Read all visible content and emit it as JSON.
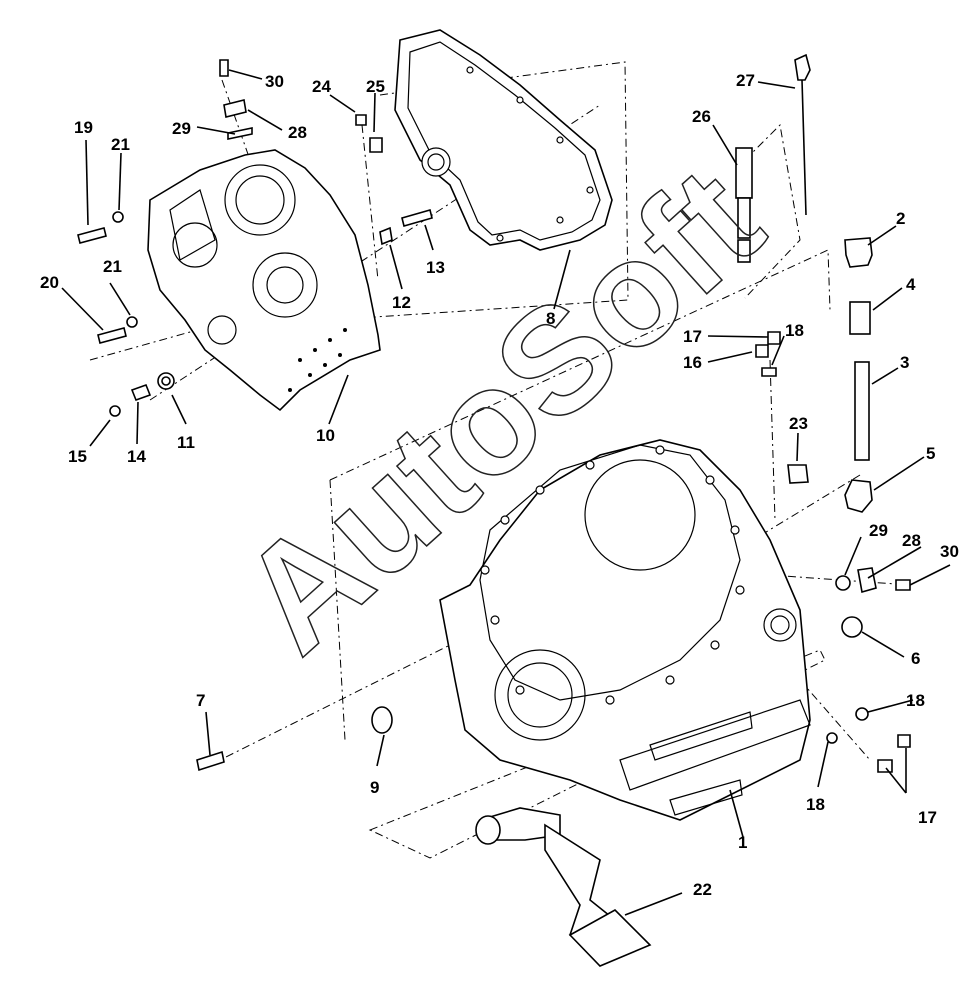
{
  "watermark": "AutoSoft",
  "callouts": [
    {
      "id": "c1",
      "text": "1"
    },
    {
      "id": "c2",
      "text": "2"
    },
    {
      "id": "c3",
      "text": "3"
    },
    {
      "id": "c4",
      "text": "4"
    },
    {
      "id": "c5",
      "text": "5"
    },
    {
      "id": "c6",
      "text": "6"
    },
    {
      "id": "c7",
      "text": "7"
    },
    {
      "id": "c8",
      "text": "8"
    },
    {
      "id": "c9",
      "text": "9"
    },
    {
      "id": "c10",
      "text": "10"
    },
    {
      "id": "c11",
      "text": "11"
    },
    {
      "id": "c12",
      "text": "12"
    },
    {
      "id": "c13",
      "text": "13"
    },
    {
      "id": "c14",
      "text": "14"
    },
    {
      "id": "c15",
      "text": "15"
    },
    {
      "id": "c16",
      "text": "16"
    },
    {
      "id": "c17a",
      "text": "17"
    },
    {
      "id": "c17b",
      "text": "17"
    },
    {
      "id": "c18a",
      "text": "18"
    },
    {
      "id": "c18b",
      "text": "18"
    },
    {
      "id": "c18c",
      "text": "18"
    },
    {
      "id": "c19",
      "text": "19"
    },
    {
      "id": "c20",
      "text": "20"
    },
    {
      "id": "c21a",
      "text": "21"
    },
    {
      "id": "c21b",
      "text": "21"
    },
    {
      "id": "c22",
      "text": "22"
    },
    {
      "id": "c23",
      "text": "23"
    },
    {
      "id": "c24",
      "text": "24"
    },
    {
      "id": "c25",
      "text": "25"
    },
    {
      "id": "c26",
      "text": "26"
    },
    {
      "id": "c27",
      "text": "27"
    },
    {
      "id": "c28a",
      "text": "28"
    },
    {
      "id": "c28b",
      "text": "28"
    },
    {
      "id": "c29a",
      "text": "29"
    },
    {
      "id": "c29b",
      "text": "29"
    },
    {
      "id": "c30a",
      "text": "30"
    },
    {
      "id": "c30b",
      "text": "30"
    }
  ]
}
